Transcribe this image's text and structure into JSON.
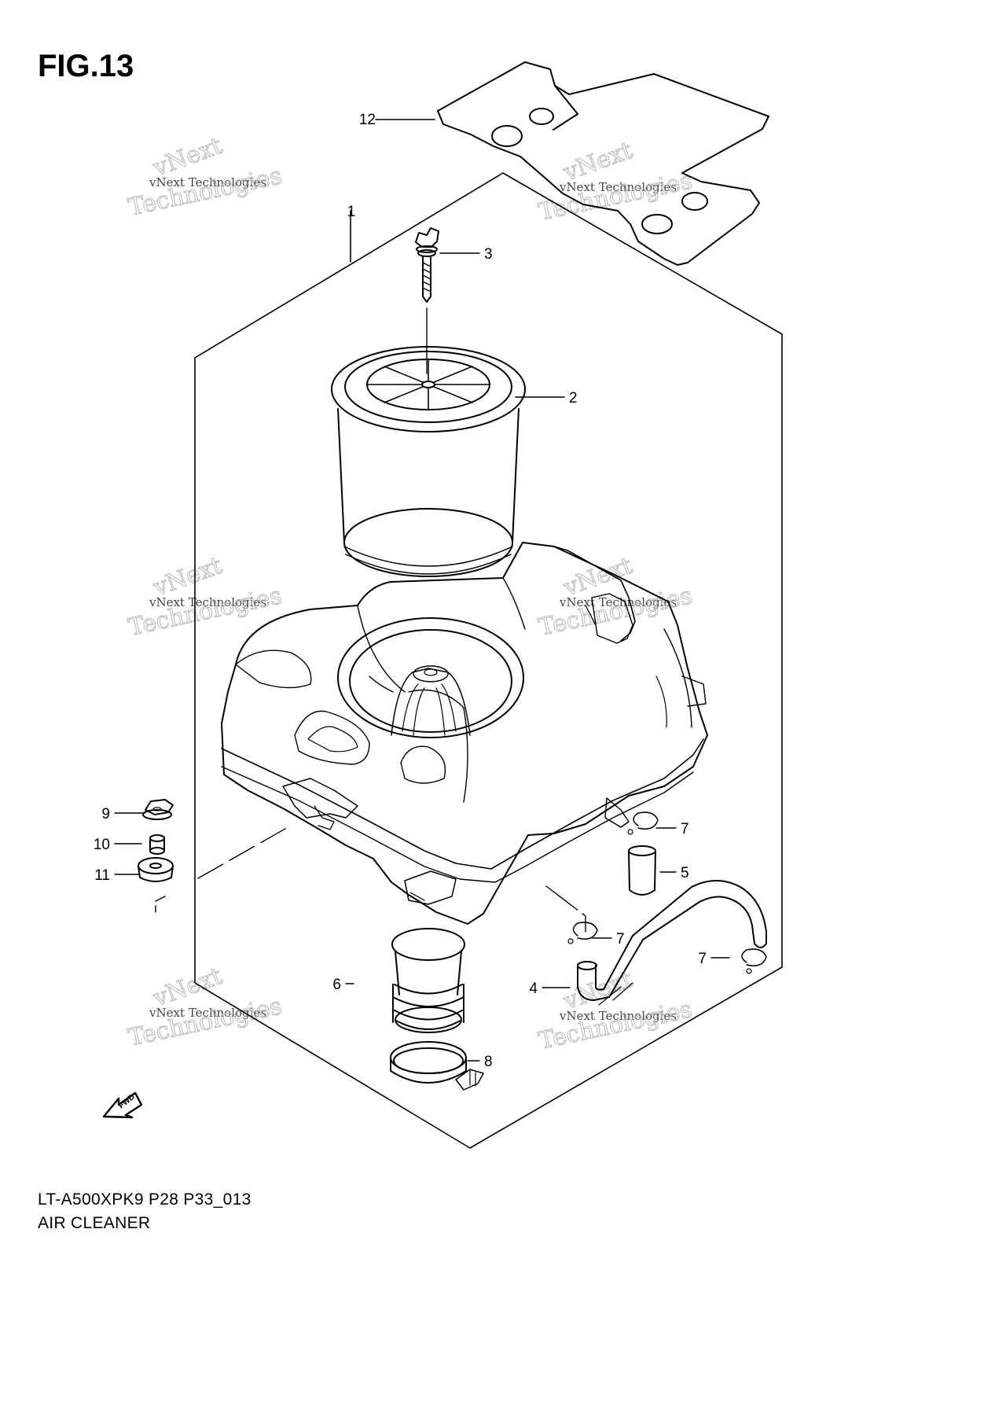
{
  "figure": {
    "title": "FIG.13",
    "model_code": "LT-A500XPK9 P28 P33_013",
    "assembly_name": "AIR CLEANER"
  },
  "watermark": {
    "line_small": "vNext Technologies",
    "word_top": "vNext",
    "word_bottom": "Technologies"
  },
  "fwd_mark": {
    "label": "FWD",
    "icon": "fwd-arrow-icon"
  },
  "callouts": [
    {
      "id": "12",
      "part": "cover-plate"
    },
    {
      "id": "1",
      "part": "air-cleaner-assembly"
    },
    {
      "id": "3",
      "part": "wing-screw"
    },
    {
      "id": "2",
      "part": "filter-element"
    },
    {
      "id": "9",
      "part": "bolt"
    },
    {
      "id": "10",
      "part": "collar"
    },
    {
      "id": "11",
      "part": "cushion"
    },
    {
      "id": "7",
      "part": "clip"
    },
    {
      "id": "5",
      "part": "drain-plug"
    },
    {
      "id": "6",
      "part": "outlet-tube"
    },
    {
      "id": "4",
      "part": "breather-hose"
    },
    {
      "id": "8",
      "part": "clamp"
    }
  ]
}
